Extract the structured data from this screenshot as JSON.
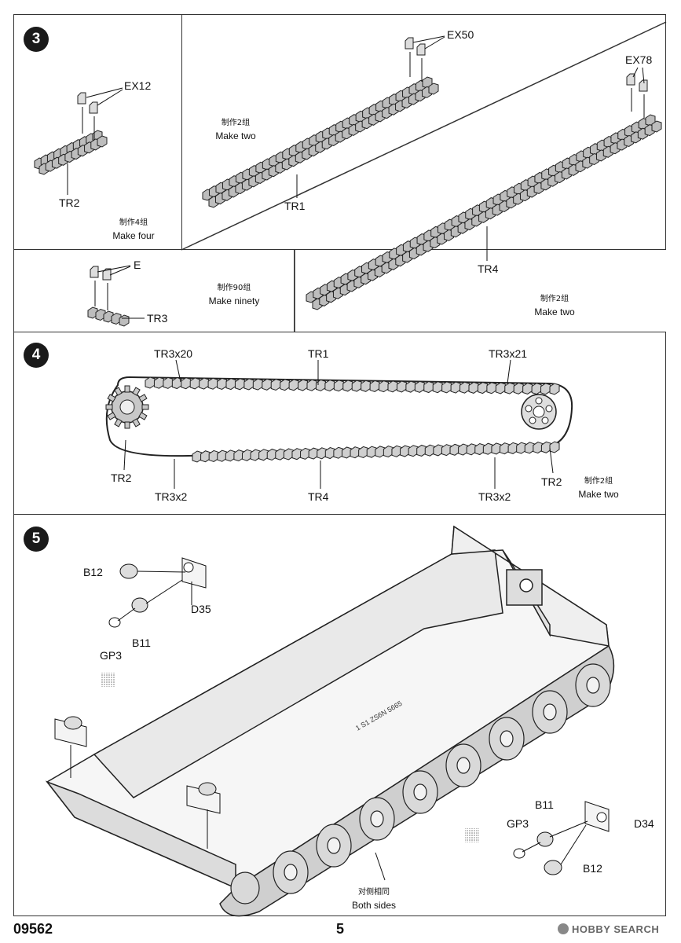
{
  "step3": {
    "number": "3",
    "tr2": {
      "label": "TR2",
      "part": "EX12",
      "note_cn": "制作4组",
      "note_en": "Make four"
    },
    "tr1": {
      "label": "TR1",
      "part": "EX50",
      "note_cn": "制作2组",
      "note_en": "Make two"
    },
    "tr4": {
      "label": "TR4",
      "part": "EX78",
      "note_cn": "制作2组",
      "note_en": "Make two"
    },
    "tr3": {
      "label": "TR3",
      "part": "E",
      "note_cn": "制作90组",
      "note_en": "Make ninety"
    }
  },
  "step4": {
    "number": "4",
    "labels": {
      "tr3x20": "TR3x20",
      "tr1": "TR1",
      "tr3x21": "TR3x21",
      "tr2_left": "TR2",
      "tr3x2_left": "TR3x2",
      "tr4": "TR4",
      "tr3x2_right": "TR3x2",
      "tr2_right": "TR2"
    },
    "note_cn": "制作2组",
    "note_en": "Make two"
  },
  "step5": {
    "number": "5",
    "labels": {
      "b12_top": "B12",
      "d35": "D35",
      "gp3_top": "GP3",
      "b11_top": "B11",
      "b11_bottom": "B11",
      "gp3_bottom": "GP3",
      "d34": "D34",
      "b12_bottom": "B12"
    },
    "hull_text": "1 S1 ZS6N 5665",
    "note_cn": "对侧相同",
    "note_en": "Both sides"
  },
  "footer": {
    "product_code": "09562",
    "page_number": "5",
    "watermark": "HOBBY SEARCH"
  }
}
